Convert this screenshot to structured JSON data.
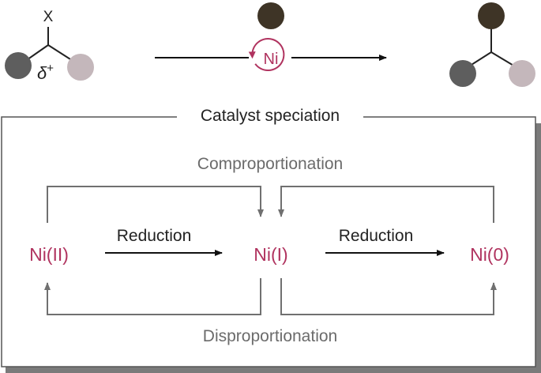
{
  "reaction": {
    "leaving_group": "X",
    "partial_charge": "δ",
    "partial_charge_sign": "+",
    "catalyst": "Ni"
  },
  "box": {
    "title": "Catalyst speciation"
  },
  "species": {
    "ni2": "Ni(II)",
    "ni1": "Ni(I)",
    "ni0": "Ni(0)"
  },
  "processes": {
    "reduction_left": "Reduction",
    "reduction_right": "Reduction",
    "comproportionation": "Comproportionation",
    "disproportionation": "Disproportionation"
  },
  "colors": {
    "nickel": "#b0335f",
    "dark_grey_sphere": "#5e5e5e",
    "pink_grey_sphere": "#c4b7bb",
    "brown_sphere": "#3e3426",
    "arrow_grey": "#707070",
    "box_shadow": "#7a7a7a"
  }
}
